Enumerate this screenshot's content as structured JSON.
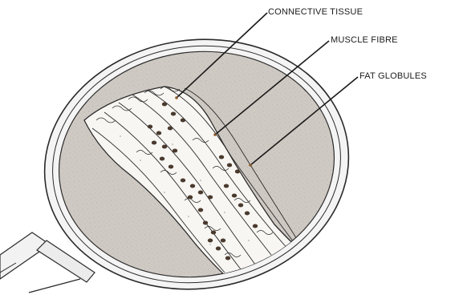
{
  "labels": {
    "connective_tissue": "CONNECTIVE TISSUE",
    "muscle_fibre": "MUSCLE FIBRE",
    "fat_globules": "FAT GLOBULES"
  },
  "colors": {
    "lens_fill": "#cfc9c3",
    "lens_rim": "#f4f4f4",
    "outline": "#2a2a2a",
    "fibre_fill": "#f7f6f3",
    "fat_globule": "#4a3a2e",
    "leader_line": "#1a1a1a",
    "pointer_dot": "#8a5a2a"
  }
}
